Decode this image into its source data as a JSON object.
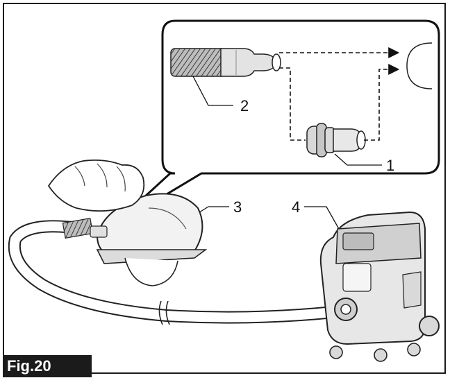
{
  "figure": {
    "label": "Fig.20",
    "callouts": [
      {
        "id": "1",
        "text": "1"
      },
      {
        "id": "2",
        "text": "2"
      },
      {
        "id": "3",
        "text": "3"
      },
      {
        "id": "4",
        "text": "4"
      }
    ]
  }
}
